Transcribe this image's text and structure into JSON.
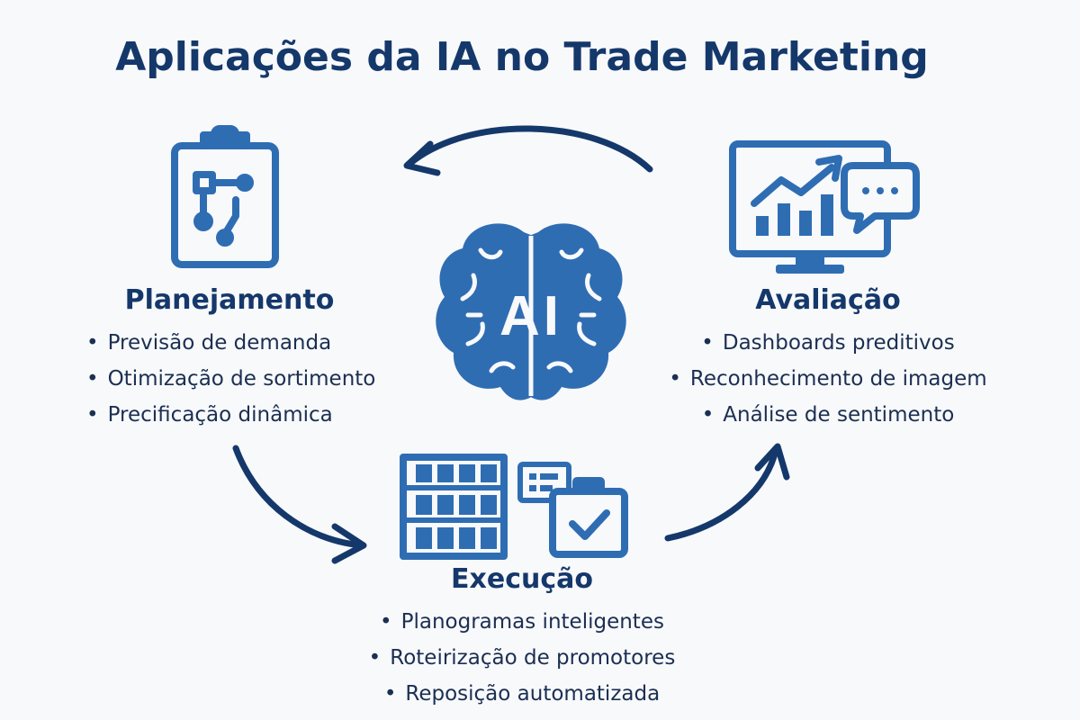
{
  "title": "Aplicações da IA no Trade Marketing",
  "center": {
    "label": "AI"
  },
  "stages": {
    "planejamento": {
      "heading": "Planejamento",
      "items": [
        "Previsão de demanda",
        "Otimização de sortimento",
        "Precificação dinâmica"
      ]
    },
    "avaliacao": {
      "heading": "Avaliação",
      "items": [
        "Dashboards preditivos",
        "Reconhecimento de imagem",
        "Análise de sentimento"
      ]
    },
    "execucao": {
      "heading": "Execução",
      "items": [
        "Planogramas inteligentes",
        "Roteirização de promotores",
        "Reposição automatizada"
      ]
    }
  },
  "colors": {
    "icon_blue": "#2f6db3",
    "arrow_navy": "#15386b",
    "background": "#f8f9fb"
  },
  "icons": {
    "planejamento": "clipboard-flowchart-icon",
    "avaliacao": "monitor-chart-chat-icon",
    "execucao": "shelves-checklist-icon",
    "center": "brain-ai-icon"
  }
}
